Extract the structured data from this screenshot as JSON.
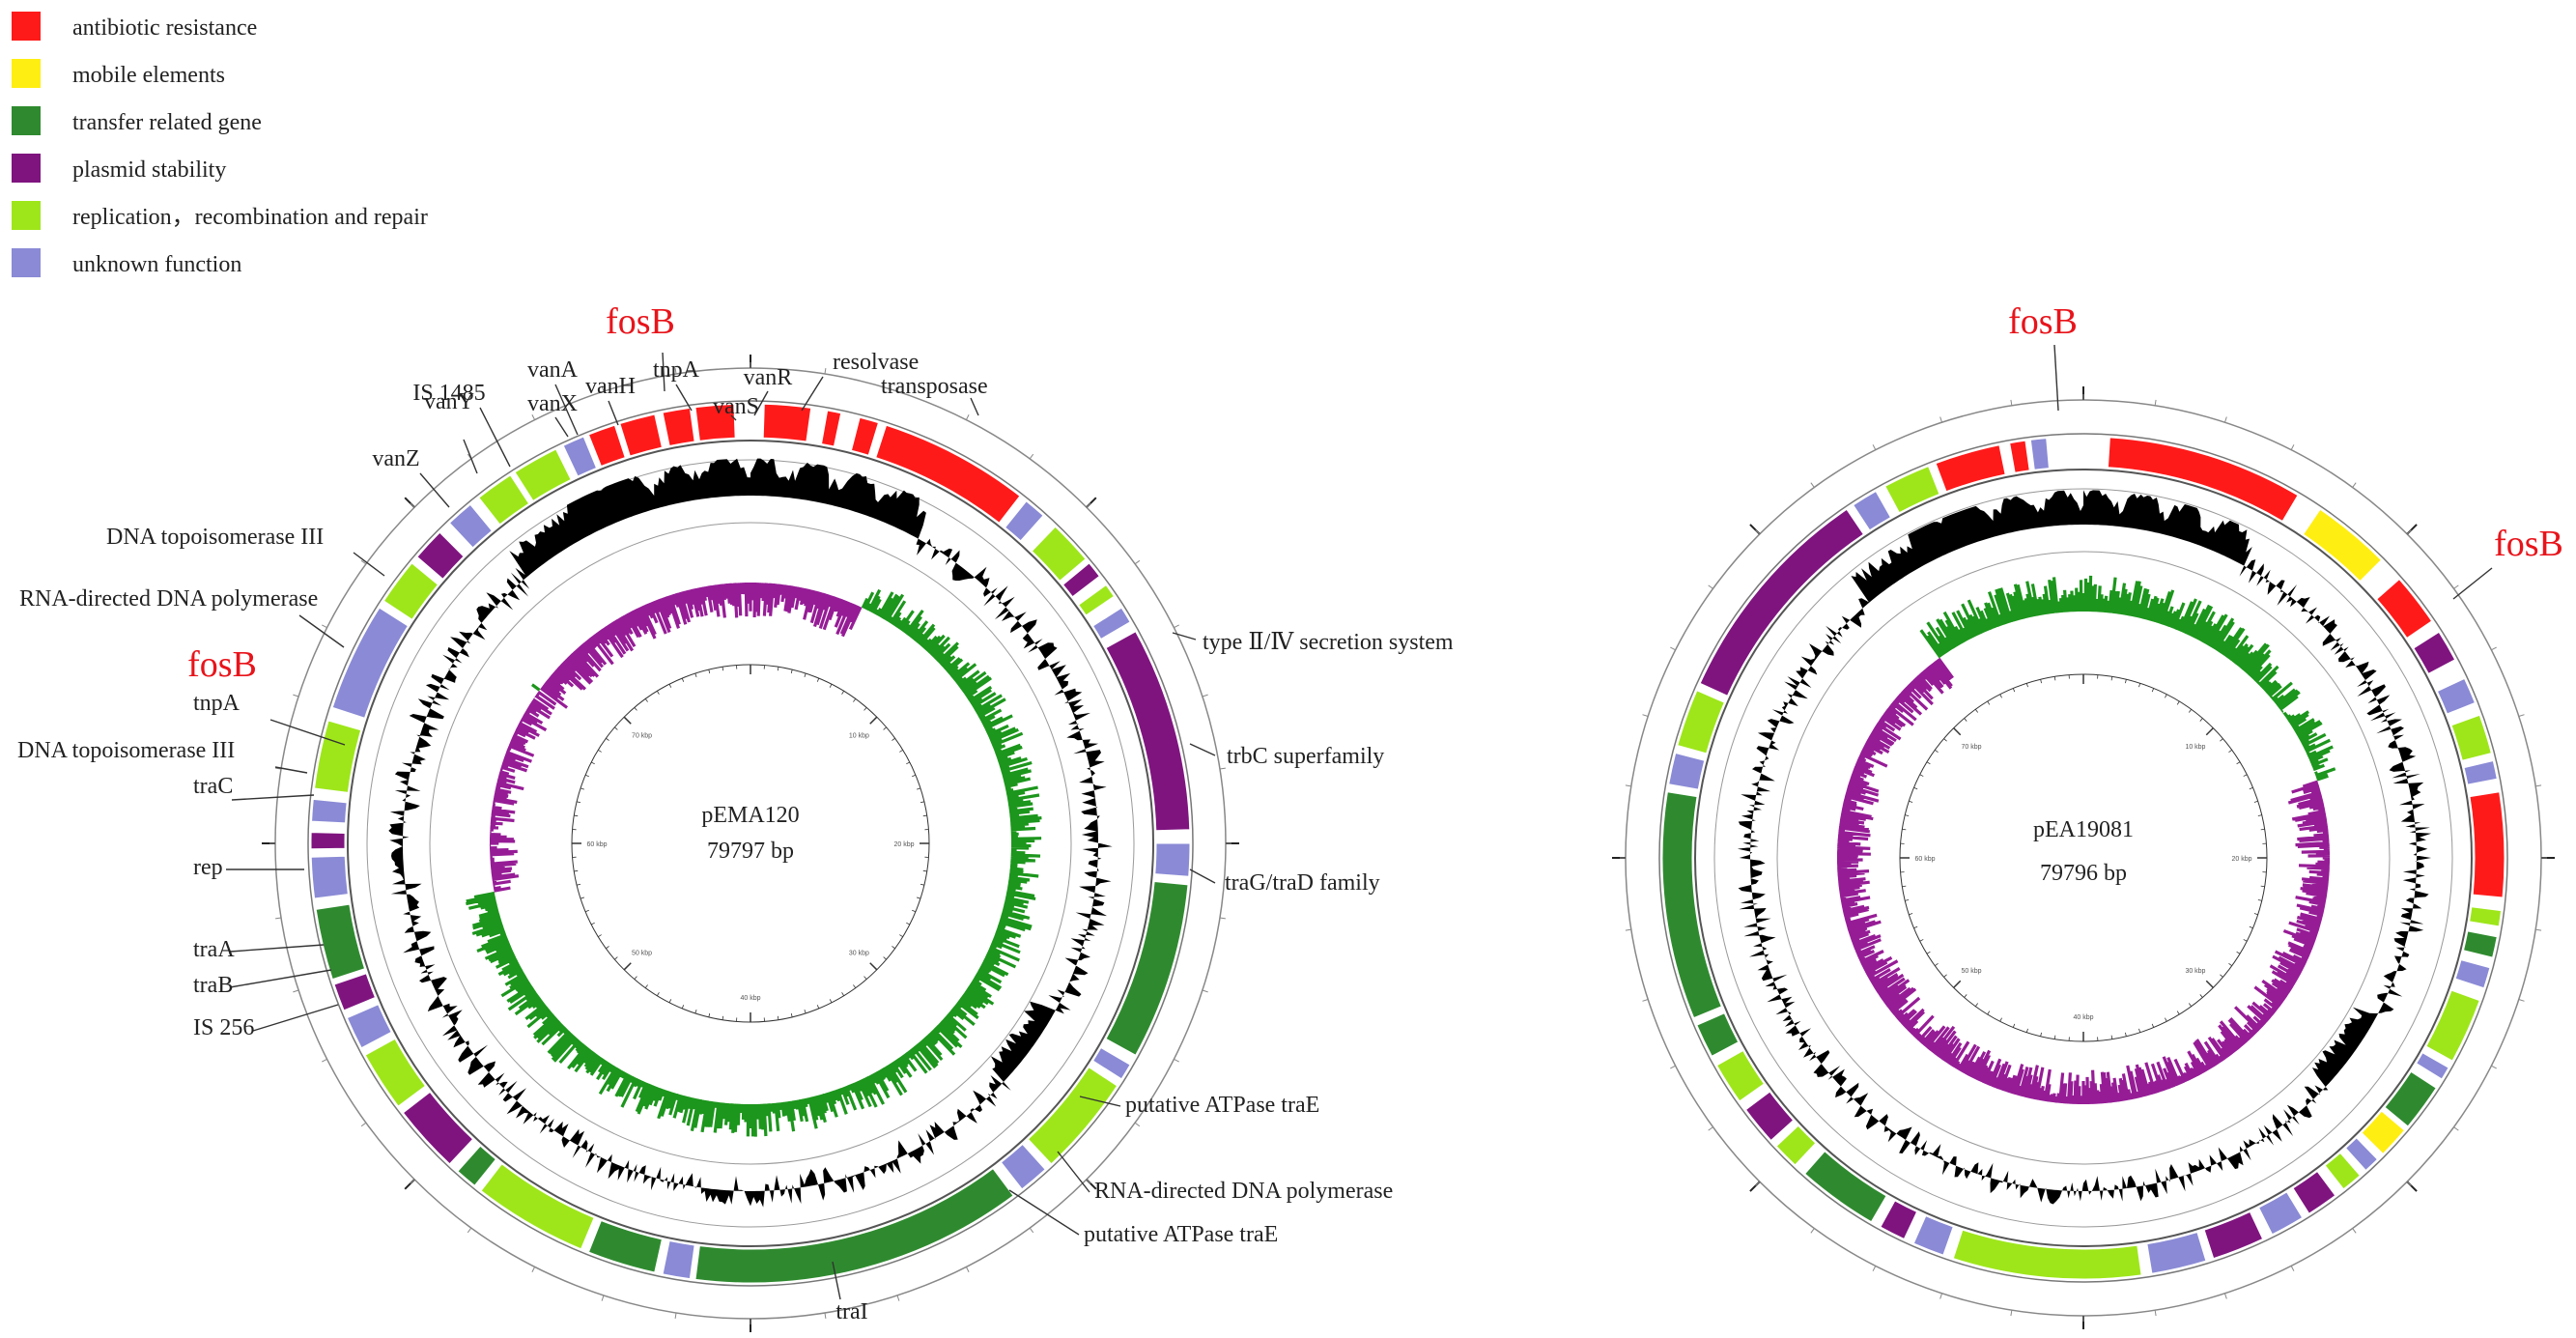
{
  "colors": {
    "antibiotic_resistance": "#ff1a1a",
    "mobile_elements": "#ffee11",
    "transfer_related_gene": "#2f8a2f",
    "plasmid_stability": "#7f147f",
    "replication": "#9ee61a",
    "unknown": "#8a8ad6",
    "gc_content": "#000000",
    "gc_skew_plus": "#1c961c",
    "gc_skew_minus": "#961c96",
    "fosB_label": "#e8141b"
  },
  "legend": [
    {
      "key": "antibiotic_resistance",
      "label": "antibiotic  resistance"
    },
    {
      "key": "mobile_elements",
      "label": "mobile elements"
    },
    {
      "key": "transfer_related_gene",
      "label": "transfer related gene"
    },
    {
      "key": "plasmid_stability",
      "label": "plasmid stability"
    },
    {
      "key": "replication",
      "label": "replication，recombination and  repair"
    },
    {
      "key": "unknown",
      "label": "unknown function"
    }
  ],
  "plasmids": [
    {
      "name": "pEMA120",
      "size": "79797 bp",
      "scale_labels": [
        "10 kbp",
        "20 kbp",
        "30 kbp",
        "40 kbp",
        "50 kbp",
        "60 kbp",
        "70 kbp"
      ],
      "features": [
        {
          "start": 0.5,
          "end": 2.2,
          "cat": "antibiotic_resistance"
        },
        {
          "start": 2.8,
          "end": 3.3,
          "cat": "antibiotic_resistance"
        },
        {
          "start": 4.0,
          "end": 4.7,
          "cat": "antibiotic_resistance"
        },
        {
          "start": 5.0,
          "end": 10.5,
          "cat": "antibiotic_resistance"
        },
        {
          "start": 10.8,
          "end": 11.6,
          "cat": "unknown"
        },
        {
          "start": 12.2,
          "end": 13.8,
          "cat": "replication"
        },
        {
          "start": 14.0,
          "end": 14.6,
          "cat": "plasmid_stability"
        },
        {
          "start": 15.0,
          "end": 15.5,
          "cat": "replication"
        },
        {
          "start": 16.0,
          "end": 16.6,
          "cat": "unknown"
        },
        {
          "start": 17.0,
          "end": 24.5,
          "cat": "plasmid_stability"
        },
        {
          "start": 25.0,
          "end": 26.2,
          "cat": "unknown"
        },
        {
          "start": 26.5,
          "end": 33.0,
          "cat": "transfer_related_gene"
        },
        {
          "start": 33.4,
          "end": 34.0,
          "cat": "unknown"
        },
        {
          "start": 34.3,
          "end": 38.0,
          "cat": "replication"
        },
        {
          "start": 38.3,
          "end": 39.4,
          "cat": "unknown"
        },
        {
          "start": 39.8,
          "end": 52.0,
          "cat": "transfer_related_gene"
        },
        {
          "start": 52.2,
          "end": 53.2,
          "cat": "unknown"
        },
        {
          "start": 53.5,
          "end": 56.0,
          "cat": "transfer_related_gene"
        },
        {
          "start": 56.3,
          "end": 60.5,
          "cat": "replication"
        },
        {
          "start": 60.8,
          "end": 61.6,
          "cat": "transfer_related_gene"
        },
        {
          "start": 62.0,
          "end": 64.5,
          "cat": "plasmid_stability"
        },
        {
          "start": 64.8,
          "end": 67.0,
          "cat": "replication"
        },
        {
          "start": 67.3,
          "end": 68.5,
          "cat": "unknown"
        },
        {
          "start": 68.8,
          "end": 69.8,
          "cat": "plasmid_stability"
        },
        {
          "start": 70.0,
          "end": 72.6,
          "cat": "transfer_related_gene"
        },
        {
          "start": 73.0,
          "end": 74.5,
          "cat": "unknown"
        },
        {
          "start": 74.8,
          "end": 75.4,
          "cat": "plasmid_stability"
        },
        {
          "start": 75.8,
          "end": 76.6,
          "cat": "unknown"
        },
        {
          "start": 77.0,
          "end": 79.5,
          "cat": "replication"
        },
        {
          "start": 80.0,
          "end": 84.0,
          "cat": "unknown"
        },
        {
          "start": 84.3,
          "end": 86.0,
          "cat": "replication"
        },
        {
          "start": 86.3,
          "end": 87.5,
          "cat": "plasmid_stability"
        },
        {
          "start": 88.0,
          "end": 89.0,
          "cat": "unknown"
        },
        {
          "start": 89.4,
          "end": 90.8,
          "cat": "replication"
        },
        {
          "start": 91.0,
          "end": 92.7,
          "cat": "replication"
        },
        {
          "start": 93.0,
          "end": 93.8,
          "cat": "unknown"
        },
        {
          "start": 94.0,
          "end": 95.0,
          "cat": "antibiotic_resistance"
        },
        {
          "start": 95.2,
          "end": 96.5,
          "cat": "antibiotic_resistance"
        },
        {
          "start": 96.8,
          "end": 97.8,
          "cat": "antibiotic_resistance"
        },
        {
          "start": 98.0,
          "end": 99.4,
          "cat": "antibiotic_resistance"
        }
      ],
      "labels": [
        {
          "text": "fosB",
          "highlight": true
        },
        {
          "text": "vanR"
        },
        {
          "text": "vanS"
        },
        {
          "text": "tnpA"
        },
        {
          "text": "vanH"
        },
        {
          "text": "vanA"
        },
        {
          "text": "IS 1485"
        },
        {
          "text": "vanX"
        },
        {
          "text": "vanY"
        },
        {
          "text": "vanZ"
        },
        {
          "text": "resolvase"
        },
        {
          "text": "transposase"
        },
        {
          "text": "DNA topoisomerase III"
        },
        {
          "text": "RNA-directed DNA polymerase"
        },
        {
          "text": "fosB",
          "highlight": true
        },
        {
          "text": "tnpA"
        },
        {
          "text": "DNA topoisomerase III"
        },
        {
          "text": "traC"
        },
        {
          "text": "rep"
        },
        {
          "text": "traA"
        },
        {
          "text": "traB"
        },
        {
          "text": "IS 256"
        },
        {
          "text": "type Ⅱ/Ⅳ secretion system"
        },
        {
          "text": "trbC superfamily"
        },
        {
          "text": "traG/traD family"
        },
        {
          "text": "putative ATPase traE"
        },
        {
          "text": "RNA-directed DNA polymerase"
        },
        {
          "text": "putative ATPase traE"
        },
        {
          "text": "traI"
        }
      ]
    },
    {
      "name": "pEA19081",
      "size": "79796 bp",
      "scale_labels": [
        "10 kbp",
        "20 kbp",
        "30 kbp",
        "40 kbp",
        "50 kbp",
        "60 kbp",
        "70 kbp"
      ],
      "features": [
        {
          "start": 1.0,
          "end": 8.5,
          "cat": "antibiotic_resistance"
        },
        {
          "start": 9.5,
          "end": 12.5,
          "cat": "mobile_elements"
        },
        {
          "start": 13.5,
          "end": 15.5,
          "cat": "antibiotic_resistance"
        },
        {
          "start": 16.0,
          "end": 17.2,
          "cat": "plasmid_stability"
        },
        {
          "start": 18.0,
          "end": 19.0,
          "cat": "unknown"
        },
        {
          "start": 19.5,
          "end": 21.0,
          "cat": "replication"
        },
        {
          "start": 21.3,
          "end": 22.0,
          "cat": "unknown"
        },
        {
          "start": 22.5,
          "end": 26.5,
          "cat": "antibiotic_resistance"
        },
        {
          "start": 27.0,
          "end": 27.6,
          "cat": "replication"
        },
        {
          "start": 28.0,
          "end": 28.8,
          "cat": "transfer_related_gene"
        },
        {
          "start": 29.2,
          "end": 30.0,
          "cat": "unknown"
        },
        {
          "start": 30.5,
          "end": 33.0,
          "cat": "replication"
        },
        {
          "start": 33.3,
          "end": 33.8,
          "cat": "unknown"
        },
        {
          "start": 34.2,
          "end": 36.0,
          "cat": "transfer_related_gene"
        },
        {
          "start": 36.2,
          "end": 37.4,
          "cat": "mobile_elements"
        },
        {
          "start": 37.7,
          "end": 38.3,
          "cat": "unknown"
        },
        {
          "start": 38.6,
          "end": 39.4,
          "cat": "replication"
        },
        {
          "start": 39.8,
          "end": 41.0,
          "cat": "plasmid_stability"
        },
        {
          "start": 41.3,
          "end": 42.6,
          "cat": "unknown"
        },
        {
          "start": 43.0,
          "end": 45.0,
          "cat": "plasmid_stability"
        },
        {
          "start": 45.3,
          "end": 47.4,
          "cat": "unknown"
        },
        {
          "start": 47.8,
          "end": 55.0,
          "cat": "replication"
        },
        {
          "start": 55.4,
          "end": 56.6,
          "cat": "unknown"
        },
        {
          "start": 57.0,
          "end": 58.0,
          "cat": "plasmid_stability"
        },
        {
          "start": 58.4,
          "end": 61.5,
          "cat": "transfer_related_gene"
        },
        {
          "start": 62.0,
          "end": 63.0,
          "cat": "replication"
        },
        {
          "start": 63.3,
          "end": 64.8,
          "cat": "plasmid_stability"
        },
        {
          "start": 65.2,
          "end": 66.8,
          "cat": "replication"
        },
        {
          "start": 67.2,
          "end": 68.5,
          "cat": "transfer_related_gene"
        },
        {
          "start": 68.8,
          "end": 77.5,
          "cat": "transfer_related_gene"
        },
        {
          "start": 77.8,
          "end": 79.0,
          "cat": "unknown"
        },
        {
          "start": 79.3,
          "end": 81.5,
          "cat": "replication"
        },
        {
          "start": 81.8,
          "end": 90.5,
          "cat": "plasmid_stability"
        },
        {
          "start": 90.8,
          "end": 91.8,
          "cat": "unknown"
        },
        {
          "start": 92.2,
          "end": 94.0,
          "cat": "replication"
        },
        {
          "start": 94.3,
          "end": 96.8,
          "cat": "antibiotic_resistance"
        },
        {
          "start": 97.2,
          "end": 97.8,
          "cat": "antibiotic_resistance"
        },
        {
          "start": 98.0,
          "end": 98.6,
          "cat": "unknown"
        }
      ],
      "labels": [
        {
          "text": "fosB",
          "highlight": true
        },
        {
          "text": "fosB",
          "highlight": true
        }
      ]
    }
  ]
}
